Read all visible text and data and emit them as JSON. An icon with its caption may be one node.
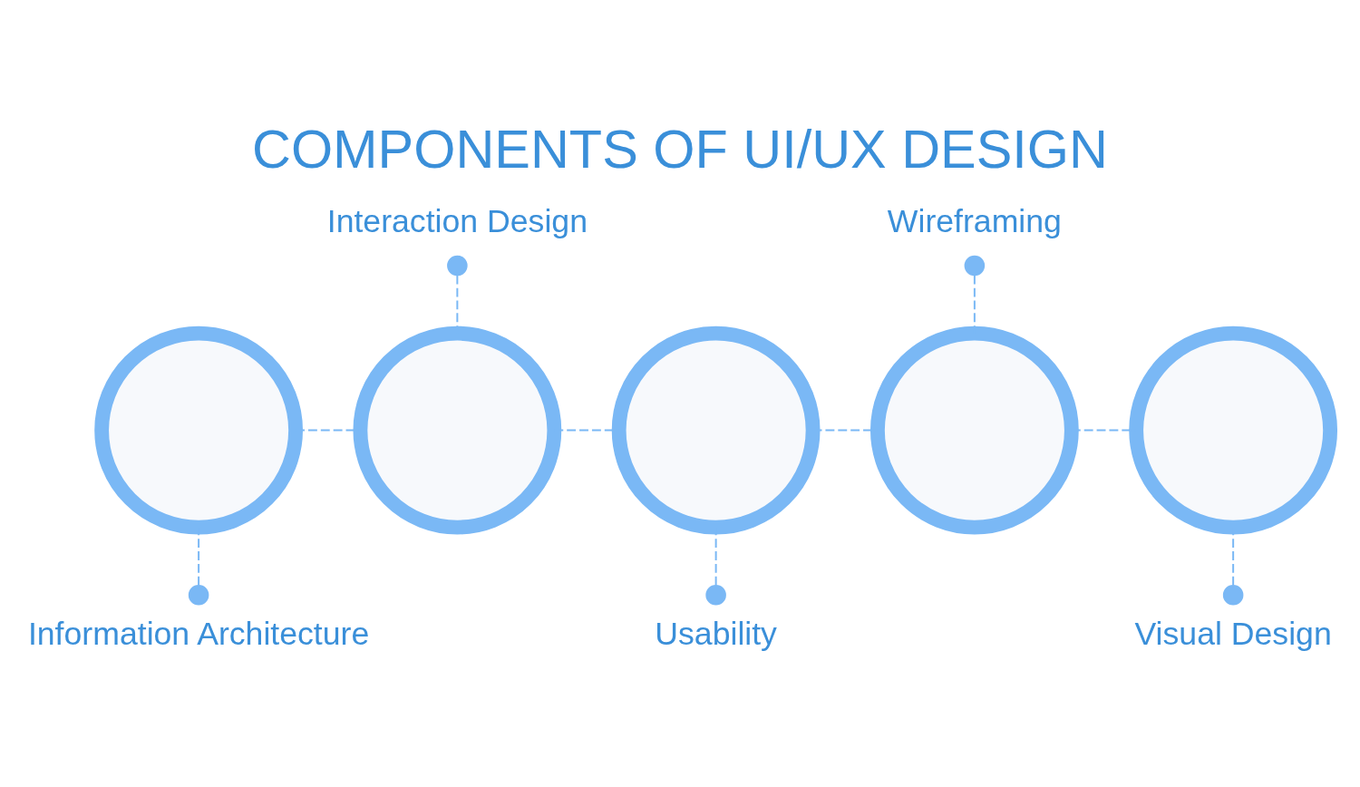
{
  "diagram": {
    "title": "COMPONENTS OF UI/UX DESIGN",
    "nodes": [
      {
        "text": [],
        "shape": "circle"
      },
      {
        "text": [],
        "shape": "circle"
      },
      {
        "text": [],
        "shape": "circle"
      },
      {
        "text": [],
        "shape": "circle"
      },
      {
        "text": [],
        "shape": "circle"
      },
      {
        "text": [
          "Information Architecture"
        ]
      },
      {
        "text": [
          "Interaction Design"
        ]
      },
      {
        "text": [
          "Usability"
        ]
      },
      {
        "text": [
          "Wireframing"
        ]
      },
      {
        "text": [
          "Visual Design"
        ]
      }
    ],
    "edges": [
      {
        "from": 0,
        "to": 1,
        "arrow": "none",
        "style": "dashed"
      },
      {
        "from": 1,
        "to": 2,
        "arrow": "none",
        "style": "dashed"
      },
      {
        "from": 2,
        "to": 3,
        "arrow": "none",
        "style": "dashed"
      },
      {
        "from": 3,
        "to": 4,
        "arrow": "none",
        "style": "dashed"
      },
      {
        "from": 5,
        "to": 0,
        "arrow": "other",
        "style": "dashed"
      },
      {
        "from": 6,
        "to": 1,
        "arrow": "other",
        "style": "dashed"
      },
      {
        "from": 7,
        "to": 2,
        "arrow": "other",
        "style": "dashed"
      },
      {
        "from": 8,
        "to": 3,
        "arrow": "other",
        "style": "dashed"
      },
      {
        "from": 9,
        "to": 4,
        "arrow": "other",
        "style": "dashed"
      }
    ]
  }
}
